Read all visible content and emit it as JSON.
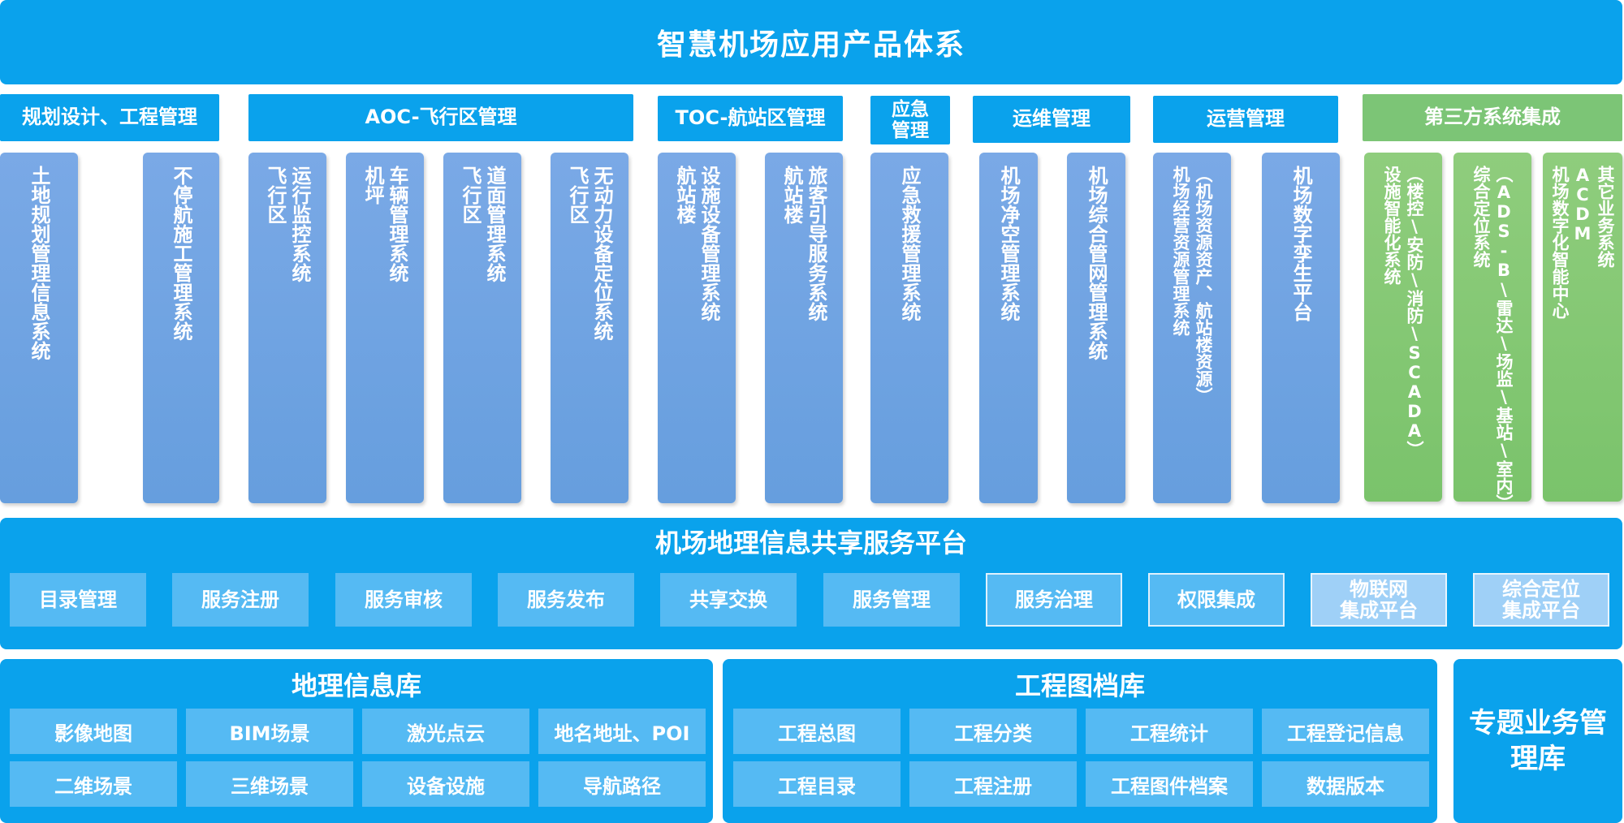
{
  "title": "智慧机场应用产品体系",
  "categories": [
    {
      "label": "规划设计、工程管理"
    },
    {
      "label": "AOC-飞行区管理"
    },
    {
      "label": "TOC-航站区管理"
    },
    {
      "label": "应急\n管理"
    },
    {
      "label": "运维管理"
    },
    {
      "label": "运营管理"
    },
    {
      "label": "第三方系统集成"
    }
  ],
  "systems": [
    {
      "text": "土地规划管理信息系统"
    },
    {
      "text": "不停航施工管理系统"
    },
    {
      "text": "运行监控系统\n飞行区"
    },
    {
      "text": "车辆管理系统\n机坪"
    },
    {
      "text": "道面管理系统\n飞行区"
    },
    {
      "text": "无动力设备定位系统\n飞行区"
    },
    {
      "text": "设施设备管理系统\n航站楼"
    },
    {
      "text": "旅客引导服务系统\n航站楼"
    },
    {
      "text": "应急救援管理系统"
    },
    {
      "text": "机场净空管理系统"
    },
    {
      "text": "机场综合管网管理系统"
    },
    {
      "text": "（机场资源资产、航站楼资源）\n机场经营资源管理系统"
    },
    {
      "text": "机场数字孪生平台"
    },
    {
      "text": "（楼控\\安防\\消防\\SCADA）\n设施智能化系统"
    },
    {
      "text": "（ADS-B\\雷达\\场监\\基站\\室内）\n综合定位系统"
    },
    {
      "text": "其它业务系统\nACDM\n机场数字化智能中心"
    }
  ],
  "platform": {
    "title": "机场地理信息共享服务平台",
    "services": [
      {
        "label": "目录管理"
      },
      {
        "label": "服务注册"
      },
      {
        "label": "服务审核"
      },
      {
        "label": "服务发布"
      },
      {
        "label": "共享交换"
      },
      {
        "label": "服务管理"
      },
      {
        "label": "服务治理"
      },
      {
        "label": "权限集成"
      },
      {
        "label": "物联网\n集成平台"
      },
      {
        "label": "综合定位\n集成平台"
      }
    ]
  },
  "geo_library": {
    "title": "地理信息库",
    "items": [
      "影像地图",
      "BIM场景",
      "激光点云",
      "地名地址、POI",
      "二维场景",
      "三维场景",
      "设备设施",
      "导航路径"
    ]
  },
  "engineering_library": {
    "title": "工程图档库",
    "items": [
      "工程总图",
      "工程分类",
      "工程统计",
      "工程登记信息",
      "工程目录",
      "工程注册",
      "工程图件档案",
      "数据版本"
    ]
  },
  "special_library": {
    "title": "专题业务管\n理库"
  },
  "colors": {
    "primary_blue": "#0aa2ec",
    "column_blue": "#6fa3e2",
    "column_green": "#80c670",
    "header_green": "#7cc576",
    "tile_blue": "#55baf3",
    "tile_light": "#9fd0f7"
  }
}
